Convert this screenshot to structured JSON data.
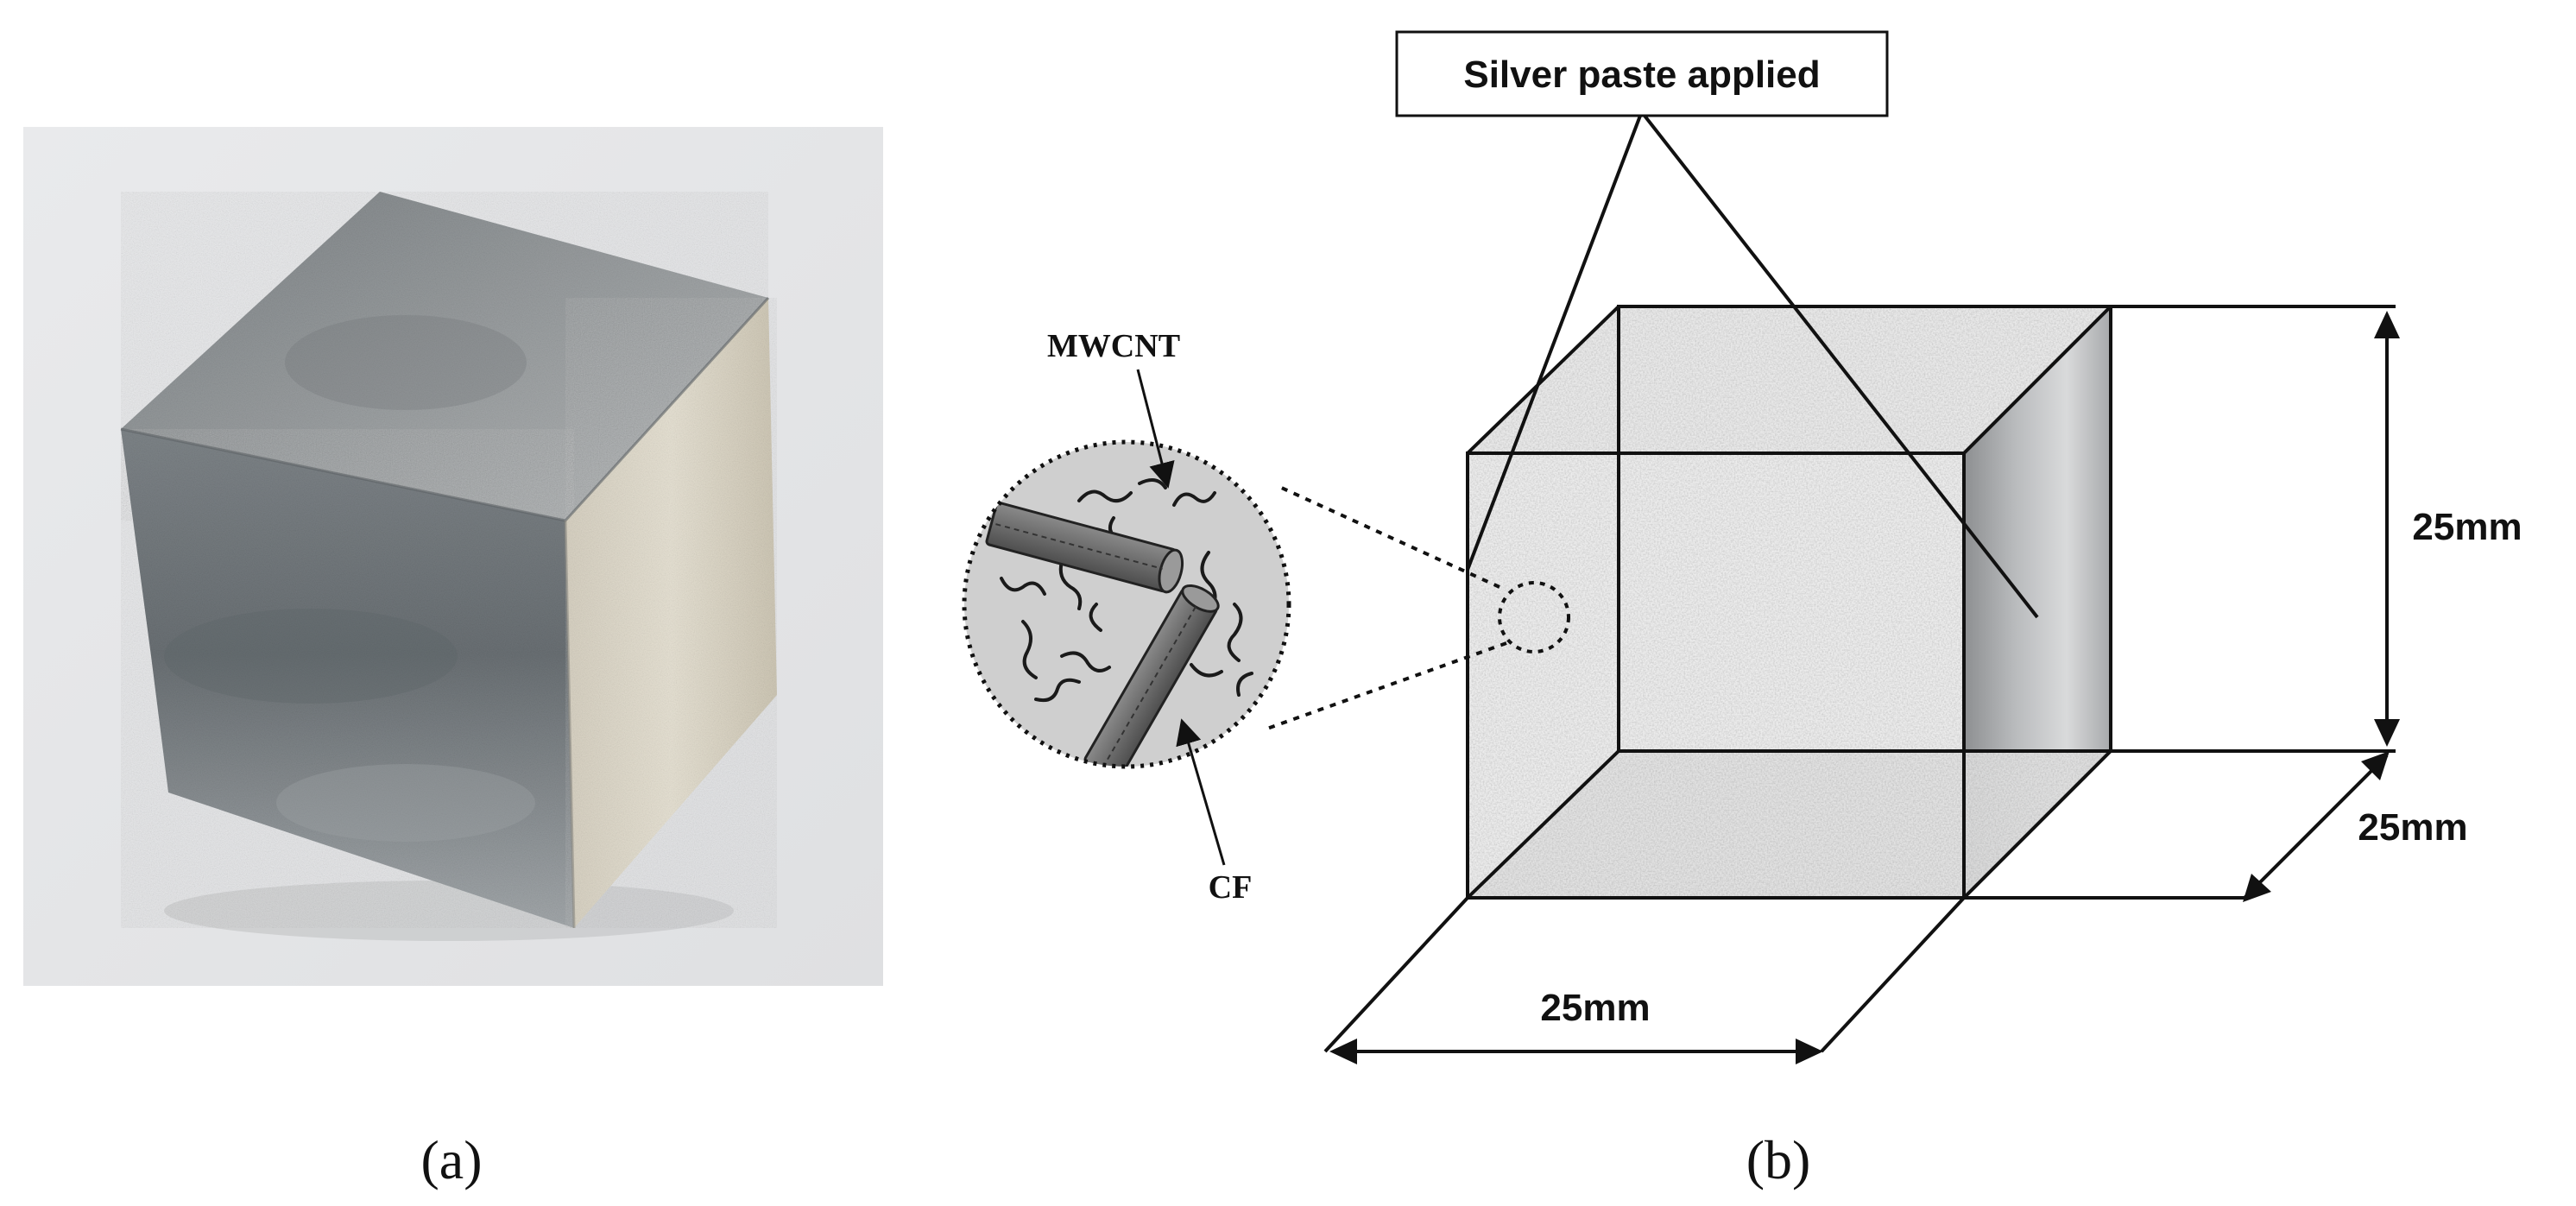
{
  "panel_a": {
    "caption": "(a)"
  },
  "panel_b": {
    "caption": "(b)",
    "callout": "Silver paste applied",
    "inset_labels": {
      "mwcnt": "MWCNT",
      "cf": "CF"
    },
    "dimensions": {
      "height": "25mm",
      "depth": "25mm",
      "width": "25mm"
    }
  }
}
